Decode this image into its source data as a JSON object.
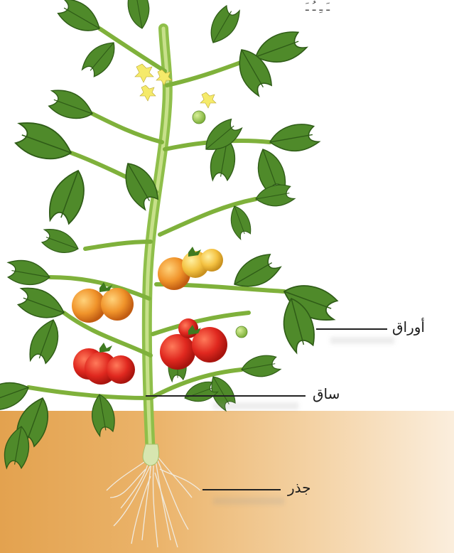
{
  "diagram": {
    "top_marks": "ـَ ـِ ـُ ـَ",
    "labels": {
      "leaves": "أوراق",
      "stem": "ساق",
      "root": "جذر"
    },
    "colors": {
      "soil": "#e3a24f",
      "leaf": "#4f8a2a",
      "stem": "#8fbf4a",
      "ripe_tomato": "#e0281f",
      "orange_tomato": "#f0932a"
    }
  }
}
